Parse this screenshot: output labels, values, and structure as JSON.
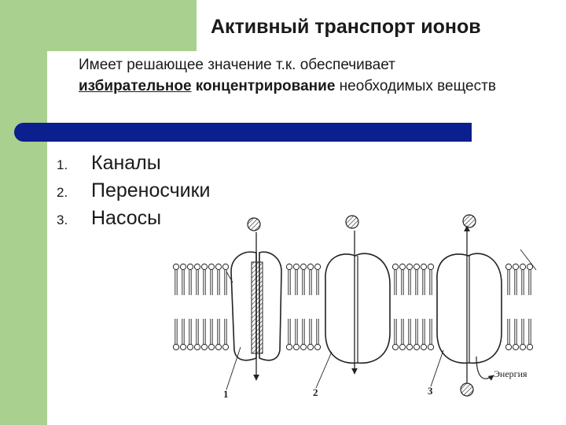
{
  "slide": {
    "title": "Активный транспорт ионов",
    "subtitle": {
      "part1": "Имеет решающее значение т.к. обеспечивает",
      "underlined": "избирательное",
      "bold": " концентрирование",
      "part2": "  необходимых веществ"
    },
    "list": [
      {
        "num": "1.",
        "label": "Каналы"
      },
      {
        "num": "2.",
        "label": "Переносчики"
      },
      {
        "num": "3.",
        "label": "Насосы"
      }
    ]
  },
  "diagram": {
    "labels": [
      "1",
      "2",
      "3"
    ],
    "energy_label": "Энергия"
  },
  "colors": {
    "accent_green": "#a9d08e",
    "bar_blue": "#0b1f8f"
  }
}
